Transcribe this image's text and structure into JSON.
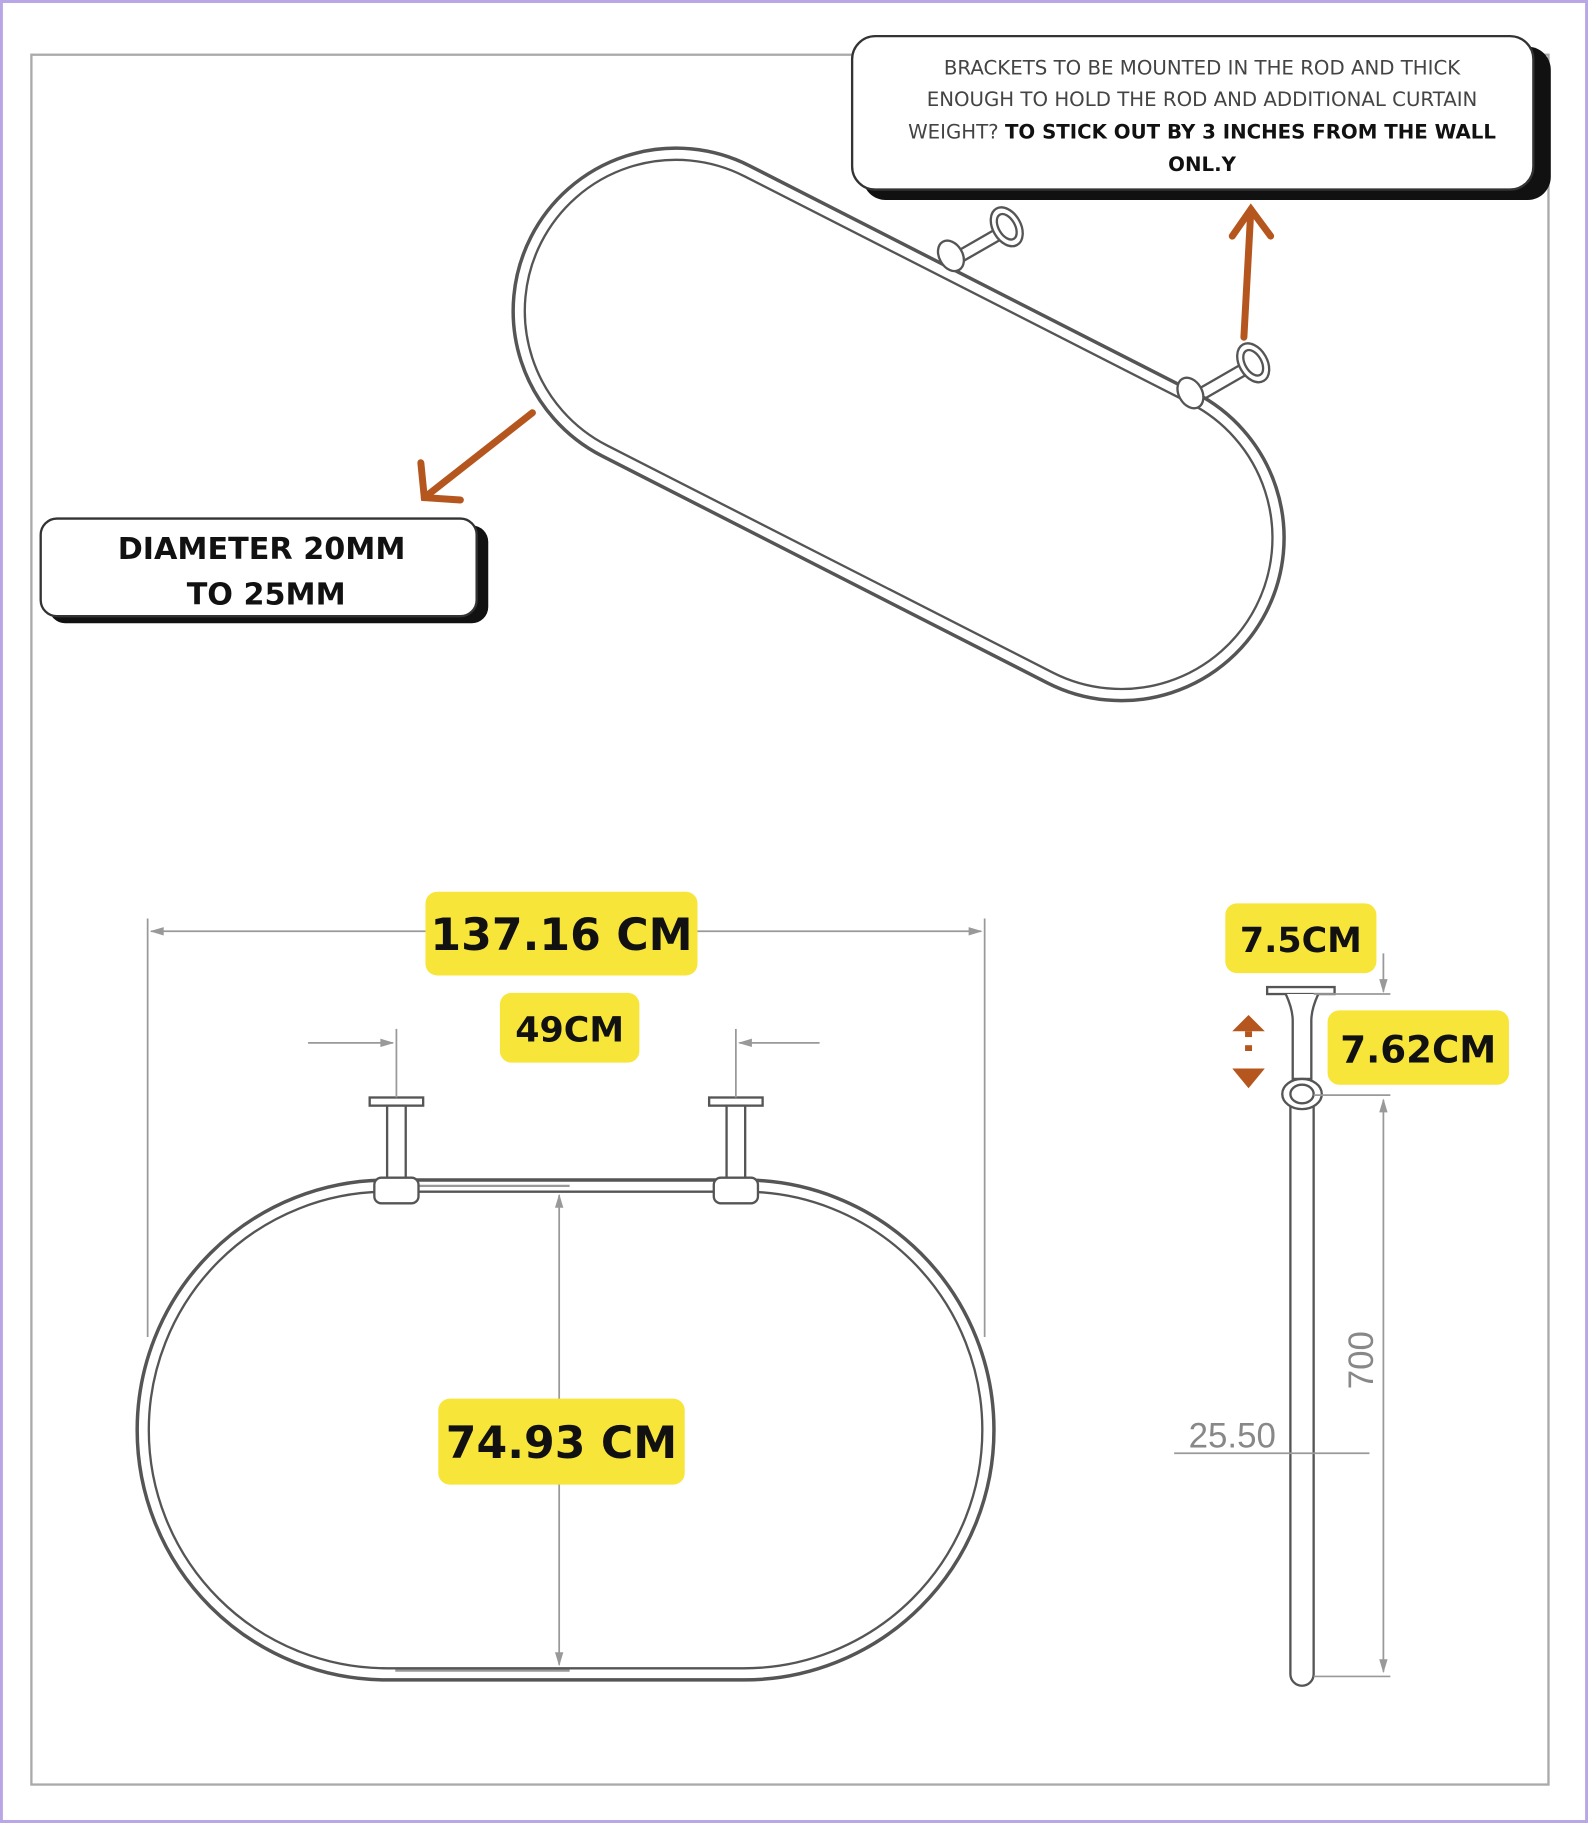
{
  "callouts": {
    "brackets": {
      "line1": "BRACKETS TO BE MOUNTED IN THE ROD AND THICK",
      "line2": "ENOUGH TO HOLD THE ROD AND ADDITIONAL CURTAIN",
      "line3_normal": "WEIGHT?",
      "line3_bold": "TO STICK OUT BY 3 INCHES FROM THE WALL",
      "line4_bold": "ONL.Y"
    },
    "diameter": {
      "line1": "DIAMETER 20MM",
      "line2": "TO 25MM"
    }
  },
  "dimensions": {
    "overall_width": "137.16 CM",
    "bracket_spacing": "49CM",
    "depth": "74.93 CM",
    "bracket_plate": "7.5CM",
    "bracket_projection": "7.62CM",
    "drop_height": "700",
    "rod_offset": "25.50"
  },
  "colors": {
    "highlight": "#f7e53a",
    "arrow": "#b5561f",
    "frame": "#b9a6e6"
  }
}
